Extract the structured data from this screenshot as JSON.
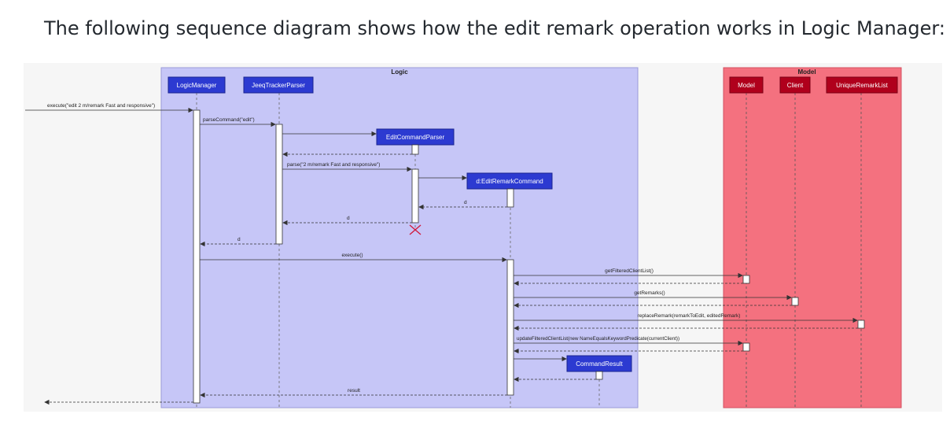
{
  "intro_text": "The following sequence diagram shows how the edit remark operation works in Logic Manager:",
  "frames": {
    "logic": "Logic",
    "model": "Model"
  },
  "participants": {
    "logic_manager": "LogicManager",
    "parser": "JeeqTrackerParser",
    "edit_command_parser": "EditCommandParser",
    "edit_remark_command": "d:EditRemarkCommand",
    "command_result": "CommandResult",
    "model": "Model",
    "client": "Client",
    "unique_remark_list": "UniqueRemarkList"
  },
  "messages": {
    "execute_input": "execute(\"edit 2 m/remark Fast and responsive\")",
    "parse_command": "parseCommand(\"edit\")",
    "parse": "parse(\"2 m/remark Fast and responsive\")",
    "return_d_1": "d",
    "return_d_2": "d",
    "return_d_3": "d",
    "execute": "execute()",
    "get_filtered_client_list": "getFilteredClientList()",
    "get_remarks": "getRemarks()",
    "replace_remark": "replaceRemark(remarkToEdit, editedRemark)",
    "update_filtered_client_list": "updateFilteredClientList(new NameEqualsKeywordPredicate(currentClient))",
    "result": "result"
  },
  "colors": {
    "logic_frame": "#c6c6f7",
    "model_frame": "#f4717f",
    "logic_box": "#2c3ad1",
    "model_box": "#b0001c"
  }
}
